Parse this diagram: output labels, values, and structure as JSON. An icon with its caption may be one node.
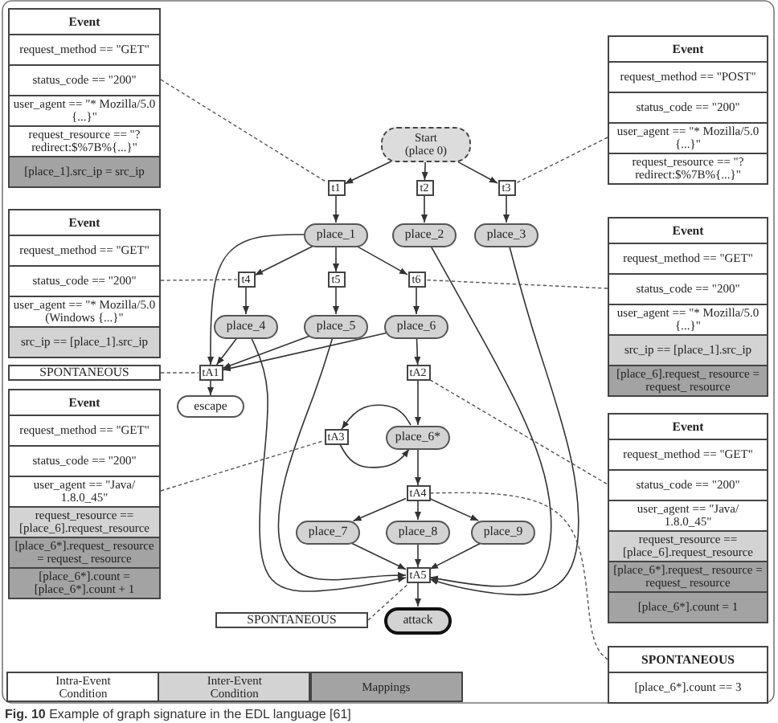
{
  "diagram": {
    "caption": "**Fig. 10** Example of graph signature in the EDL language [61]",
    "nodes": [
      {
        "text": [
          "Event",
          "request_method == \"GET\"",
          "status_code == \"200\"",
          "user_agent == \"* Mozilla/5.0 {...}\"",
          "request_resource == \"?redirect:$%7B%{...}\"",
          "[place_1].src_ip = src_ip"
        ]
      },
      {
        "text": [
          "Event",
          "request_method == \"POST\"",
          "status_code == \"200\"",
          "user_agent == \"* Mozilla/5.0 {...}\"",
          "request_resource == \"?redirect:$%7B%{...}\""
        ]
      },
      {
        "text": [
          "Start (place 0)"
        ]
      },
      {
        "text": [
          "t1"
        ]
      },
      {
        "text": [
          "t2"
        ]
      },
      {
        "text": [
          "t3"
        ]
      },
      {
        "text": [
          "place_1"
        ]
      },
      {
        "text": [
          "place_2"
        ]
      },
      {
        "text": [
          "place_3"
        ]
      },
      {
        "text": [
          "Event",
          "request_method == \"GET\"",
          "status_code == \"200\"",
          "user_agent == \"* Mozilla/5.0 (Windows {...}\"",
          "src_ip == [place_1].src_ip"
        ]
      },
      {
        "text": [
          "Event",
          "request_method == \"GET\"",
          "status_code == \"200\"",
          "user_agent == \"* Mozilla/5.0 {...}\"",
          "src_ip == [place_1].src_ip",
          "[place_6].request_ resource = request_ resource"
        ]
      },
      {
        "text": [
          "t4"
        ]
      },
      {
        "text": [
          "t5"
        ]
      },
      {
        "text": [
          "t6"
        ]
      },
      {
        "text": [
          "place_4"
        ]
      },
      {
        "text": [
          "place_5"
        ]
      },
      {
        "text": [
          "place_6"
        ]
      },
      {
        "text": [
          "SPONTANEOUS"
        ]
      },
      {
        "text": [
          "tA1"
        ]
      },
      {
        "text": [
          "tA2"
        ]
      },
      {
        "text": [
          "escape"
        ]
      },
      {
        "text": [
          "Event",
          "request_method == \"GET\"",
          "status_code == \"200\"",
          "user_agent == \"Java/ 1.8.0_45\"",
          "request_resource == [place_6].request_resource",
          "[place_6*].request_ resource = request_ resource",
          "[place_6*].count = [place_6*].count + 1"
        ]
      },
      {
        "text": [
          "tA3"
        ]
      },
      {
        "text": [
          "place_6*"
        ]
      },
      {
        "text": [
          "Event",
          "request_method == \"GET\"",
          "status_code == \"200\"",
          "user_agent == \"Java/ 1.8.0_45\"",
          "request_resource == [place_6].request_resource",
          "[place_6*].request_ resource = request_ resource",
          "[place_6*].count = 1"
        ]
      },
      {
        "text": [
          "tA4"
        ]
      },
      {
        "text": [
          "place_7"
        ]
      },
      {
        "text": [
          "place_8"
        ]
      },
      {
        "text": [
          "place_9"
        ]
      },
      {
        "text": [
          "tA5"
        ]
      },
      {
        "text": [
          "SPONTANEOUS"
        ]
      },
      {
        "text": [
          "attack"
        ]
      },
      {
        "text": [
          "SPONTANEOUS",
          "[place_6*].count == 3"
        ]
      }
    ],
    "edges": [
      {
        "from": 0,
        "to": 3,
        "arrow": "none",
        "style": "dashed"
      },
      {
        "from": 1,
        "to": 5,
        "arrow": "none",
        "style": "dashed"
      },
      {
        "from": 2,
        "to": 3,
        "arrow": "to"
      },
      {
        "from": 2,
        "to": 4,
        "arrow": "to"
      },
      {
        "from": 2,
        "to": 5,
        "arrow": "to"
      },
      {
        "from": 3,
        "to": 6,
        "arrow": "to"
      },
      {
        "from": 4,
        "to": 7,
        "arrow": "to"
      },
      {
        "from": 5,
        "to": 8,
        "arrow": "to"
      },
      {
        "from": 6,
        "to": 11,
        "arrow": "to"
      },
      {
        "from": 6,
        "to": 12,
        "arrow": "to"
      },
      {
        "from": 6,
        "to": 13,
        "arrow": "to"
      },
      {
        "from": 6,
        "to": 18,
        "arrow": "to"
      },
      {
        "from": 9,
        "to": 11,
        "arrow": "none",
        "style": "dashed"
      },
      {
        "from": 10,
        "to": 13,
        "arrow": "none",
        "style": "dashed"
      },
      {
        "from": 11,
        "to": 14,
        "arrow": "to"
      },
      {
        "from": 12,
        "to": 15,
        "arrow": "to"
      },
      {
        "from": 13,
        "to": 16,
        "arrow": "to"
      },
      {
        "from": 14,
        "to": 18,
        "arrow": "to"
      },
      {
        "from": 15,
        "to": 18,
        "arrow": "to"
      },
      {
        "from": 16,
        "to": 18,
        "arrow": "to"
      },
      {
        "from": 17,
        "to": 18,
        "arrow": "none",
        "style": "dashed"
      },
      {
        "from": 18,
        "to": 20,
        "arrow": "to"
      },
      {
        "from": 16,
        "to": 19,
        "arrow": "to"
      },
      {
        "from": 19,
        "to": 23,
        "arrow": "to"
      },
      {
        "from": 19,
        "to": 24,
        "arrow": "none",
        "style": "dashed"
      },
      {
        "from": 23,
        "to": 22,
        "arrow": "to"
      },
      {
        "from": 22,
        "to": 23,
        "arrow": "to"
      },
      {
        "from": 21,
        "to": 22,
        "arrow": "none",
        "style": "dashed"
      },
      {
        "from": 23,
        "to": 25,
        "arrow": "to"
      },
      {
        "from": 25,
        "to": 26,
        "arrow": "to"
      },
      {
        "from": 25,
        "to": 27,
        "arrow": "to"
      },
      {
        "from": 25,
        "to": 28,
        "arrow": "to"
      },
      {
        "from": 25,
        "to": 32,
        "arrow": "none",
        "style": "dashed"
      },
      {
        "from": 14,
        "to": 29,
        "arrow": "to"
      },
      {
        "from": 15,
        "to": 29,
        "arrow": "to"
      },
      {
        "from": 7,
        "to": 29,
        "arrow": "to"
      },
      {
        "from": 8,
        "to": 29,
        "arrow": "to"
      },
      {
        "from": 26,
        "to": 29,
        "arrow": "to"
      },
      {
        "from": 27,
        "to": 29,
        "arrow": "to"
      },
      {
        "from": 28,
        "to": 29,
        "arrow": "to"
      },
      {
        "from": 30,
        "to": 29,
        "arrow": "none",
        "style": "dashed"
      },
      {
        "from": 29,
        "to": 31,
        "arrow": "to"
      }
    ],
    "legend": [
      {
        "text": "Intra-Event Condition",
        "color": "#ffffff"
      },
      {
        "text": "Inter-Event Condition",
        "color": "#d3d3d3"
      },
      {
        "text": "Mappings",
        "color": "#a3a3a3"
      }
    ]
  }
}
